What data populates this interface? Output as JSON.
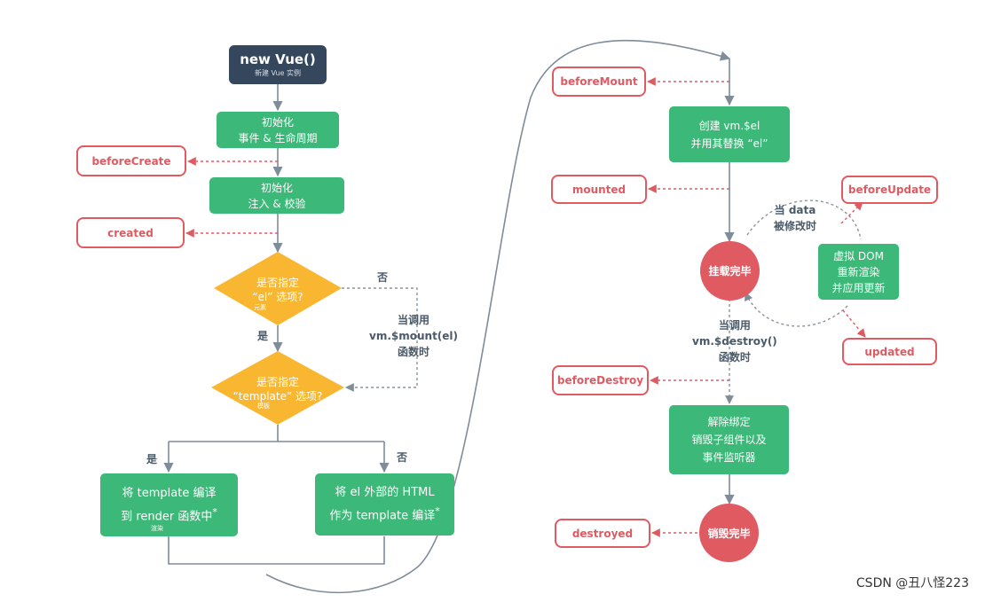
{
  "colors": {
    "green": "#3cb878",
    "hook_red": "#e05a62",
    "decision_yellow": "#f9b731",
    "start_dark": "#35475d",
    "line_gray": "#7f8c99"
  },
  "start": {
    "title": "new Vue()",
    "subtitle": "新建 Vue 实例"
  },
  "init_events": {
    "line1": "初始化",
    "line2": "事件 & 生命周期"
  },
  "init_inject": {
    "line1": "初始化",
    "line2": "注入 & 校验"
  },
  "hooks": {
    "beforeCreate": "beforeCreate",
    "created": "created",
    "beforeMount": "beforeMount",
    "mounted": "mounted",
    "beforeUpdate": "beforeUpdate",
    "updated": "updated",
    "beforeDestroy": "beforeDestroy",
    "destroyed": "destroyed"
  },
  "decision_el": {
    "line1": "是否指定",
    "line2": "“el” 选项?",
    "note": "元素"
  },
  "decision_template": {
    "line1": "是否指定",
    "line2": "“template” 选项?",
    "note": "模板"
  },
  "labels": {
    "yes1": "是",
    "no1": "否",
    "yes2": "是",
    "no2": "否",
    "mount_call_1": "当调用",
    "mount_call_2": "vm.$mount(el)",
    "mount_call_3": "函数时",
    "data_change_1": "当 data",
    "data_change_2": "被修改时",
    "destroy_call_1": "当调用",
    "destroy_call_2": "vm.$destroy()",
    "destroy_call_3": "函数时"
  },
  "compile_render": {
    "line1": "将 template 编译",
    "line2": "到 render 函数中",
    "star": "*",
    "note": "渲染"
  },
  "compile_outer": {
    "line1": "将 el 外部的 HTML",
    "line2": "作为 template 编译",
    "star": "*"
  },
  "create_el": {
    "line1": "创建 vm.$el",
    "line2": "并用其替换 “el”"
  },
  "mounted_circle": "挂载完毕",
  "vdom": {
    "line1": "虚拟 DOM",
    "line2": "重新渲染",
    "line3": "并应用更新"
  },
  "teardown": {
    "line1": "解除绑定",
    "line2": "销毁子组件以及",
    "line3": "事件监听器"
  },
  "destroyed_circle": "销毁完毕",
  "watermark": "CSDN @丑八怪223"
}
